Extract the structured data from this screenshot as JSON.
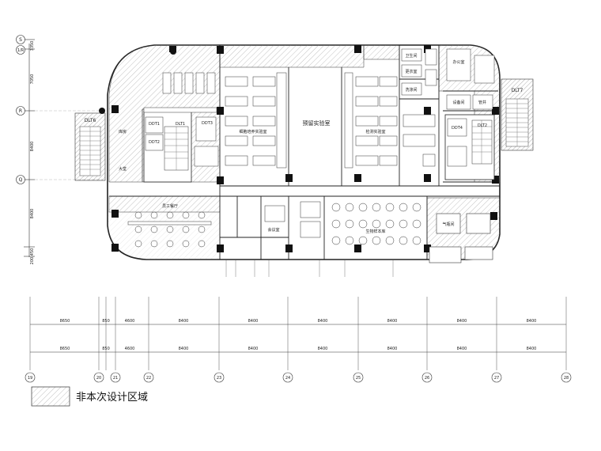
{
  "grid": {
    "row_axes": [
      "S",
      "1/R",
      "R",
      "Q"
    ],
    "row_dims": [
      "3350",
      "7050",
      "8400",
      "8400",
      "200,450"
    ],
    "col_axes": [
      "19",
      "20",
      "21",
      "22",
      "23",
      "24",
      "25",
      "26",
      "27",
      "28"
    ],
    "col_dims": [
      "8650",
      "850",
      "4600",
      "8400",
      "8400",
      "8400",
      "8400",
      "8400",
      "8400"
    ]
  },
  "rooms": {
    "dlt6": "DLT6",
    "dlt7": "DLT7",
    "ddt1": "DDT1",
    "ddt2": "DDT2",
    "ddt3": "DDT3",
    "ddt4": "DDT4",
    "dlt1": "DLT1",
    "dlt2": "DLT2",
    "center_room": "预留实验室",
    "lab_left": "细胞培养实验室",
    "lab_right": "检测实验室",
    "office": "办公室",
    "meeting": "会议室",
    "storage": "库房",
    "lobby": "大堂",
    "gas_room": "气瓶间",
    "equip": "设备间",
    "shaft": "管井",
    "toilet": "卫生间",
    "changing": "更衣室",
    "wash": "洗涤间",
    "biosafety": "生物样本库",
    "dining": "员工餐厅"
  },
  "legend": {
    "label": "非本次设计区域"
  }
}
